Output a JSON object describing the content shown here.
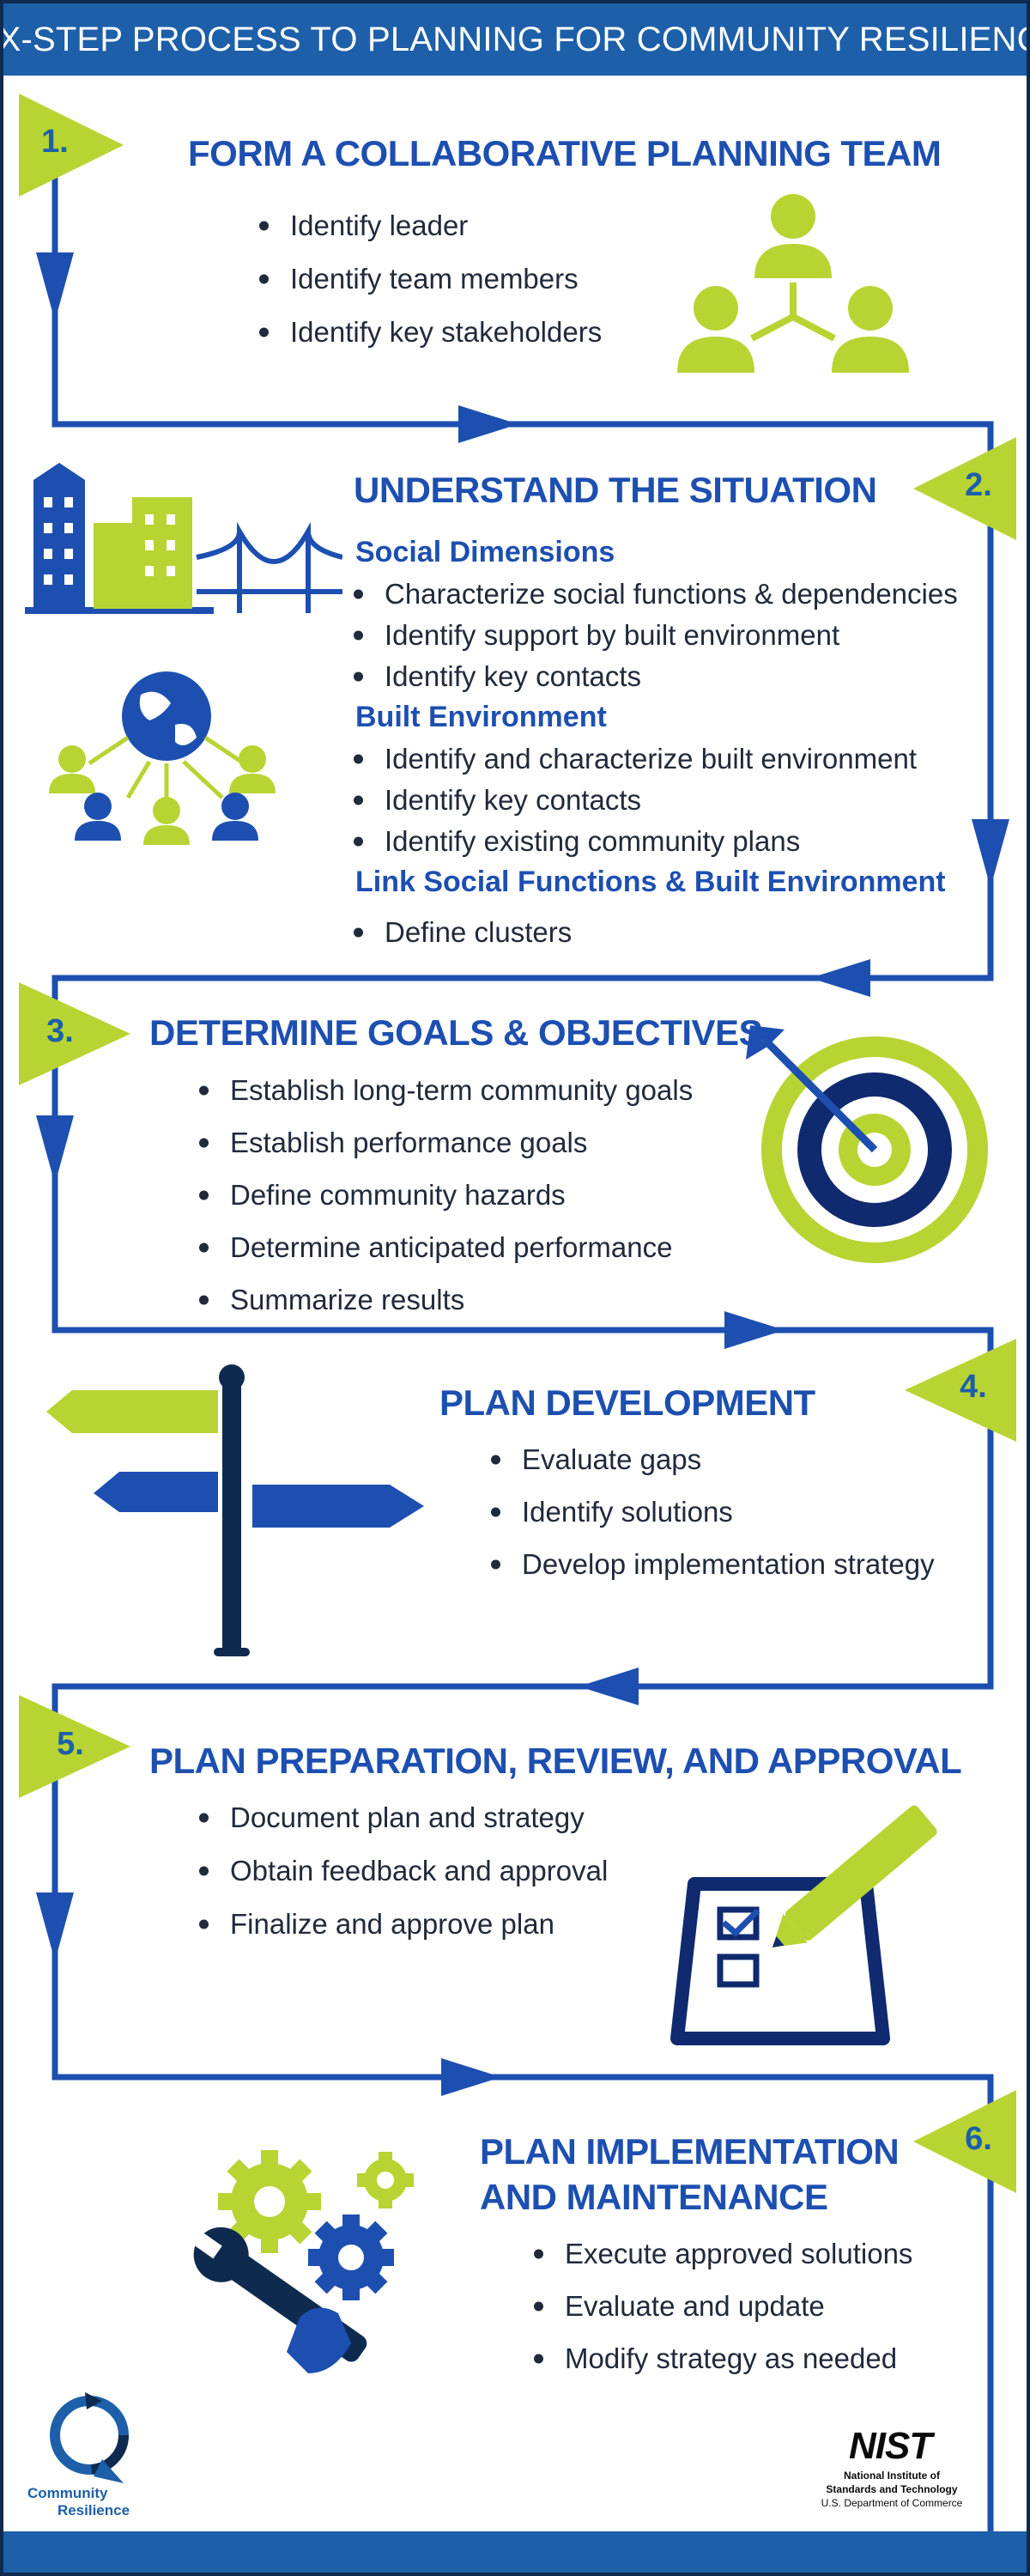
{
  "header": {
    "title": "SIX-STEP PROCESS TO PLANNING FOR COMMUNITY RESILIENCE"
  },
  "colors": {
    "brand_blue": "#1d5fa8",
    "title_blue": "#1d4fb0",
    "lime": "#b7d433",
    "navy": "#0f2a4f"
  },
  "steps": [
    {
      "number": "1.",
      "title": "FORM A COLLABORATIVE PLANNING TEAM",
      "bullets": [
        "Identify leader",
        "Identify team members",
        "Identify key stakeholders"
      ],
      "icon": "team-network-icon"
    },
    {
      "number": "2.",
      "title": "UNDERSTAND THE SITUATION",
      "sections": [
        {
          "heading": "Social Dimensions",
          "bullets": [
            "Characterize social functions & dependencies",
            "Identify support by built environment",
            "Identify key contacts"
          ]
        },
        {
          "heading": "Built Environment",
          "bullets": [
            "Identify and characterize built environment",
            "Identify key contacts",
            "Identify existing community plans"
          ]
        },
        {
          "heading": "Link Social Functions & Built Environment",
          "bullets": [
            "Define clusters"
          ]
        }
      ],
      "icons": [
        "city-bridge-icon",
        "globe-people-icon"
      ]
    },
    {
      "number": "3.",
      "title": "DETERMINE GOALS & OBJECTIVES",
      "bullets": [
        "Establish long-term community goals",
        "Establish performance goals",
        "Define community hazards",
        "Determine anticipated performance",
        "Summarize results"
      ],
      "icon": "target-dart-icon"
    },
    {
      "number": "4.",
      "title": "PLAN DEVELOPMENT",
      "bullets": [
        "Evaluate gaps",
        "Identify solutions",
        "Develop implementation strategy"
      ],
      "icon": "signpost-icon"
    },
    {
      "number": "5.",
      "title": "PLAN PREPARATION, REVIEW, AND APPROVAL",
      "bullets": [
        "Document plan and strategy",
        "Obtain feedback and approval",
        "Finalize and approve plan"
      ],
      "icon": "checklist-pencil-icon"
    },
    {
      "number": "6.",
      "title_line1": "PLAN IMPLEMENTATION",
      "title_line2": "AND MAINTENANCE",
      "bullets": [
        "Execute approved solutions",
        "Evaluate and update",
        "Modify strategy as needed"
      ],
      "icon": "gears-wrench-icon"
    }
  ],
  "footer": {
    "left_logo_line1": "Community",
    "left_logo_line2": "Resilience",
    "nist_mark": "NIST",
    "nist_line1": "National Institute of",
    "nist_line2": "Standards and Technology",
    "nist_line3": "U.S. Department of Commerce"
  }
}
